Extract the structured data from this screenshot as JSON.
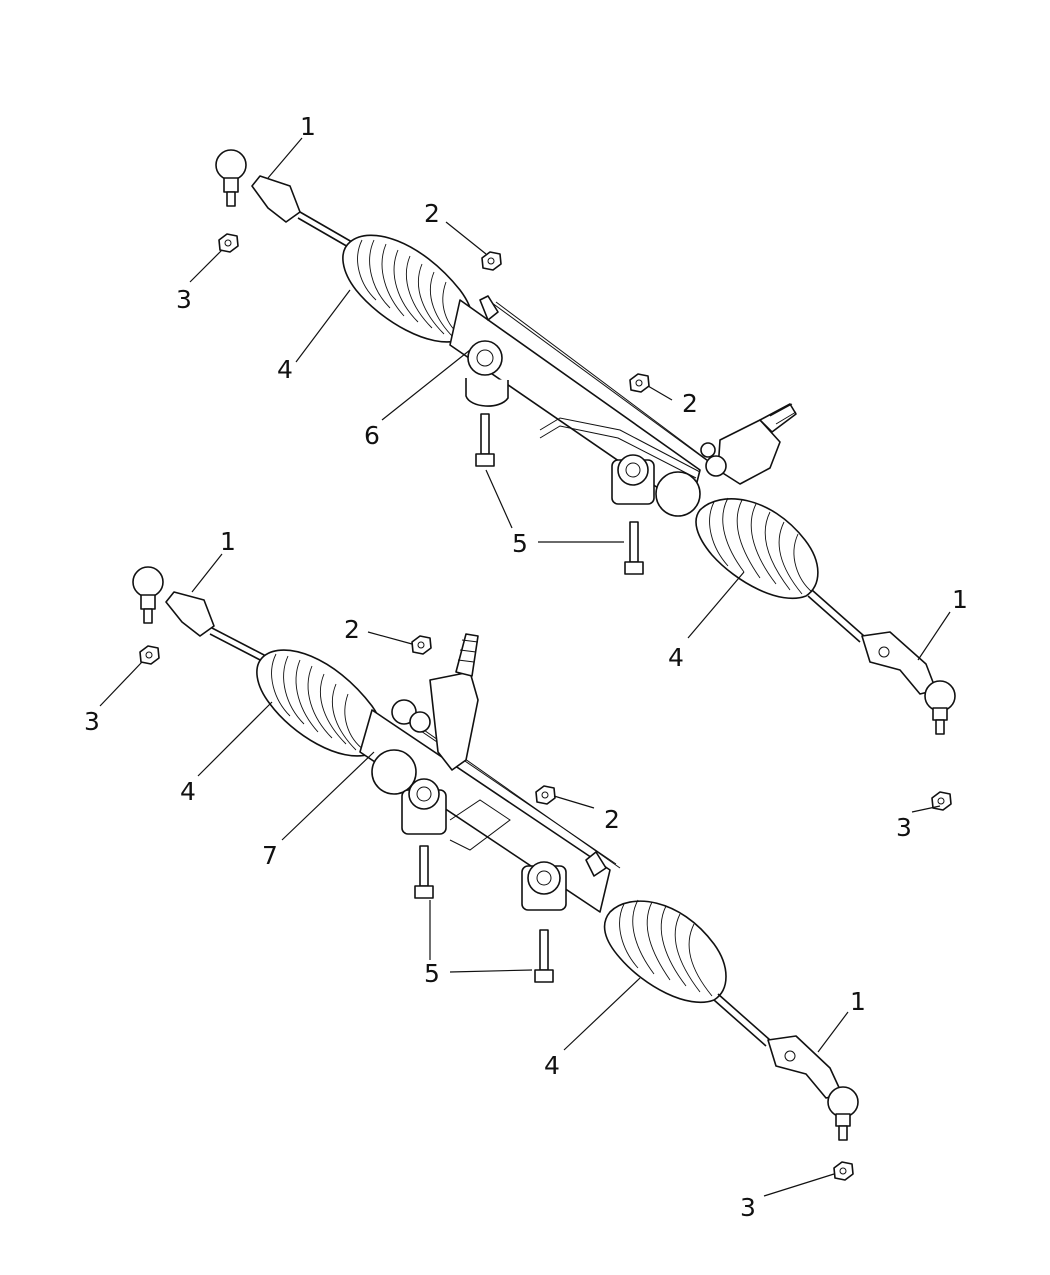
{
  "callouts": {
    "c1a": "1",
    "c2a": "2",
    "c3a": "3",
    "c4a": "4",
    "c6": "6",
    "c2b": "2",
    "c5a": "5",
    "c1b": "1",
    "c4b": "4",
    "c1c": "1",
    "c2c": "2",
    "c3b": "3",
    "c4c": "4",
    "c7": "7",
    "c2d": "2",
    "c3c": "3",
    "c5b": "5",
    "c4d": "4",
    "c1d": "1",
    "c3d": "3"
  }
}
